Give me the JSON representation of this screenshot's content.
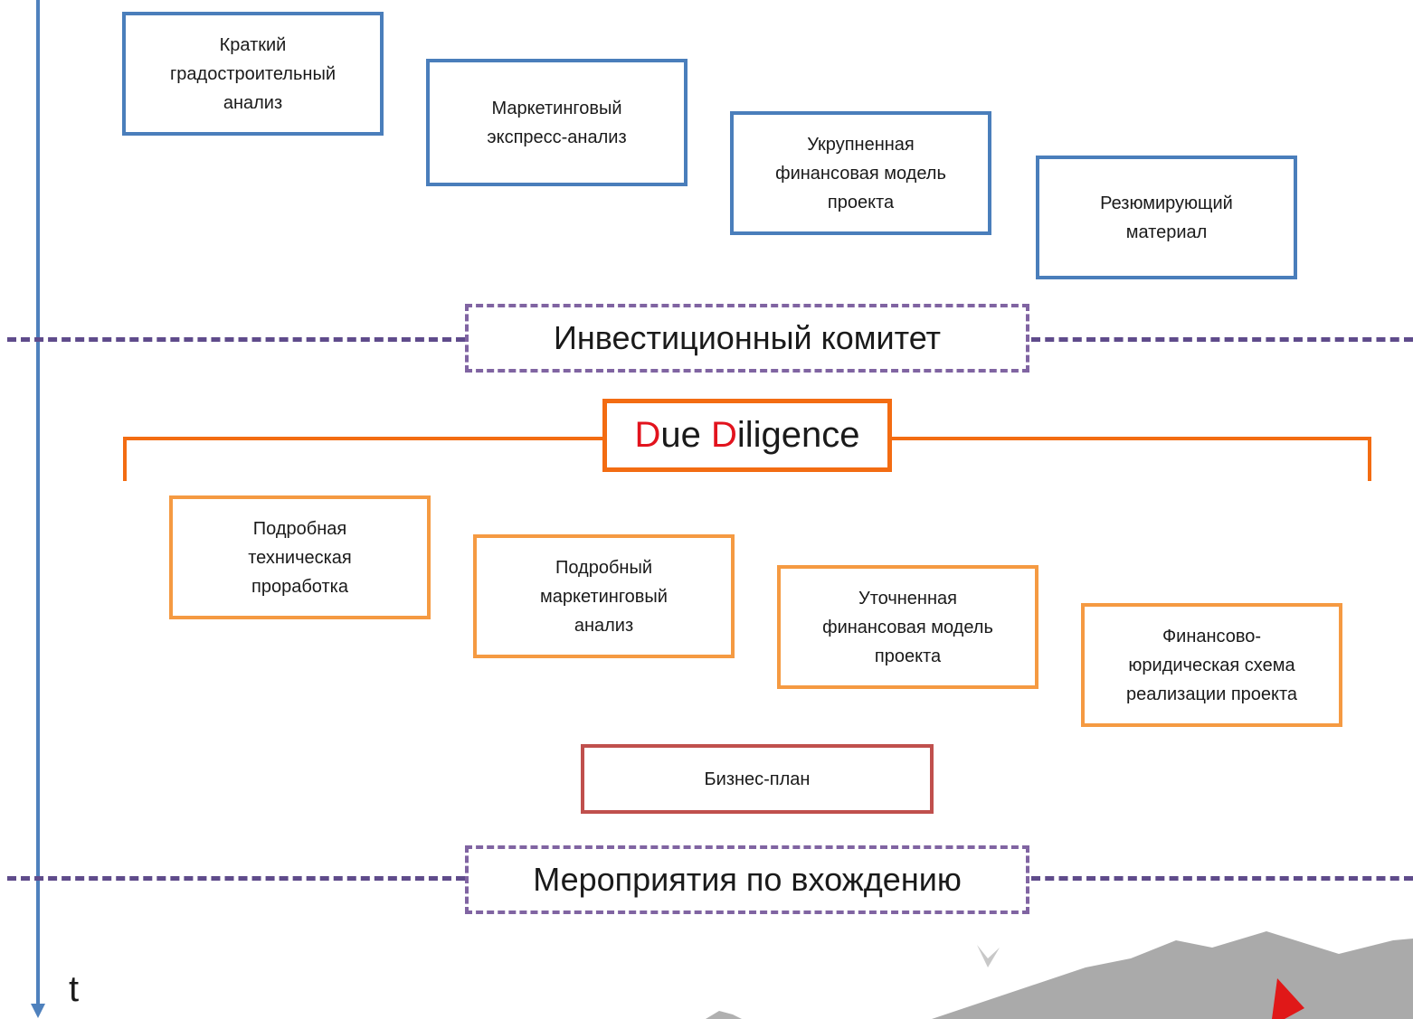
{
  "timeline": {
    "axis_label": "t"
  },
  "stage1_boxes": [
    "Краткий\nградостроительный\nанализ",
    "Маркетинговый\nэкспресс-анализ",
    "Укрупненная\nфинансовая модель\nпроекта",
    "Резюмирующий\nматериал"
  ],
  "milestones": {
    "investment_committee": "Инвестиционный комитет",
    "entry_activities": "Мероприятия по вхождению"
  },
  "due_diligence": {
    "letter1": "D",
    "rest1": "ue ",
    "letter2": "D",
    "rest2": "iligence"
  },
  "stage2_boxes": [
    "Подробная\nтехническая\nпроработка",
    "Подробный\nмаркетинговый\nанализ",
    "Уточненная\nфинансовая модель\nпроекта",
    "Финансово-\nюридическая схема\nреализации проекта"
  ],
  "business_plan": "Бизнес-план",
  "colors": {
    "stage1_border": "#4a7ebb",
    "stage2_border": "#f59a42",
    "business_plan_border": "#c0504d",
    "milestone_border": "#8064a2",
    "due_diligence_accent": "#f36c12",
    "highlight_letter": "#e2131d"
  }
}
